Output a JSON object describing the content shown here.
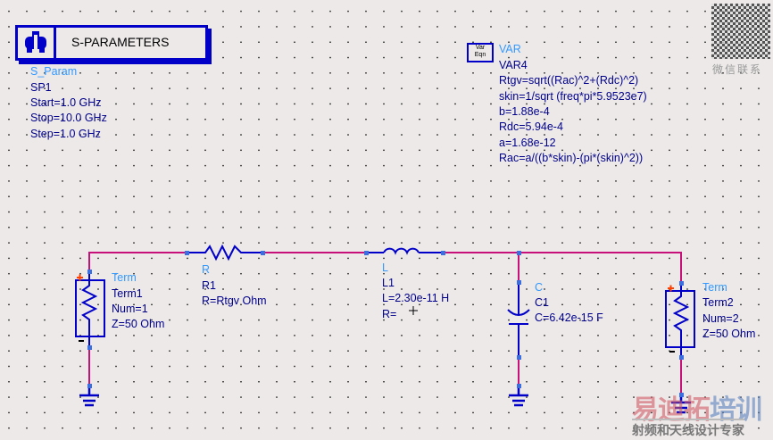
{
  "sparam": {
    "title": "S-PARAMETERS",
    "type": "S_Param",
    "name": "SP1",
    "start": "Start=1.0 GHz",
    "stop": "Stop=10.0 GHz",
    "step": "Step=1.0 GHz"
  },
  "var": {
    "icon_top": "Var",
    "icon_bottom": "Eqn",
    "type": "VAR",
    "name": "VAR4",
    "equations": [
      "Rtgv=sqrt((Rac)^2+(Rdc)^2)",
      "skin=1/sqrt (freq*pi*5.9523e7)",
      "b=1.88e-4",
      "Rdc=5.94e-4",
      "a=1.68e-12",
      "Rac=a/((b*skin)-(pi*(skin)^2))"
    ]
  },
  "term1": {
    "type": "Term",
    "name": "Term1",
    "num": "Num=1",
    "z": "Z=50 Ohm"
  },
  "r1": {
    "type": "R",
    "name": "R1",
    "value": "R=Rtgv Ohm"
  },
  "l1": {
    "type": "L",
    "name": "L1",
    "value": "L=2.30e-11 H",
    "r": "R="
  },
  "c1": {
    "type": "C",
    "name": "C1",
    "value": "C=6.42e-15 F"
  },
  "term2": {
    "type": "Term",
    "name": "Term2",
    "num": "Num=2",
    "z": "Z=50 Ohm"
  },
  "watermark": {
    "qr_label": "微信联系",
    "brand_a": "易迪拓",
    "brand_b": "培训",
    "slogan": "射频和天线设计专家"
  },
  "colors": {
    "wire": "#c8107a",
    "component": "#0000c8",
    "label": "#00008b",
    "type_label": "#3399ff"
  }
}
